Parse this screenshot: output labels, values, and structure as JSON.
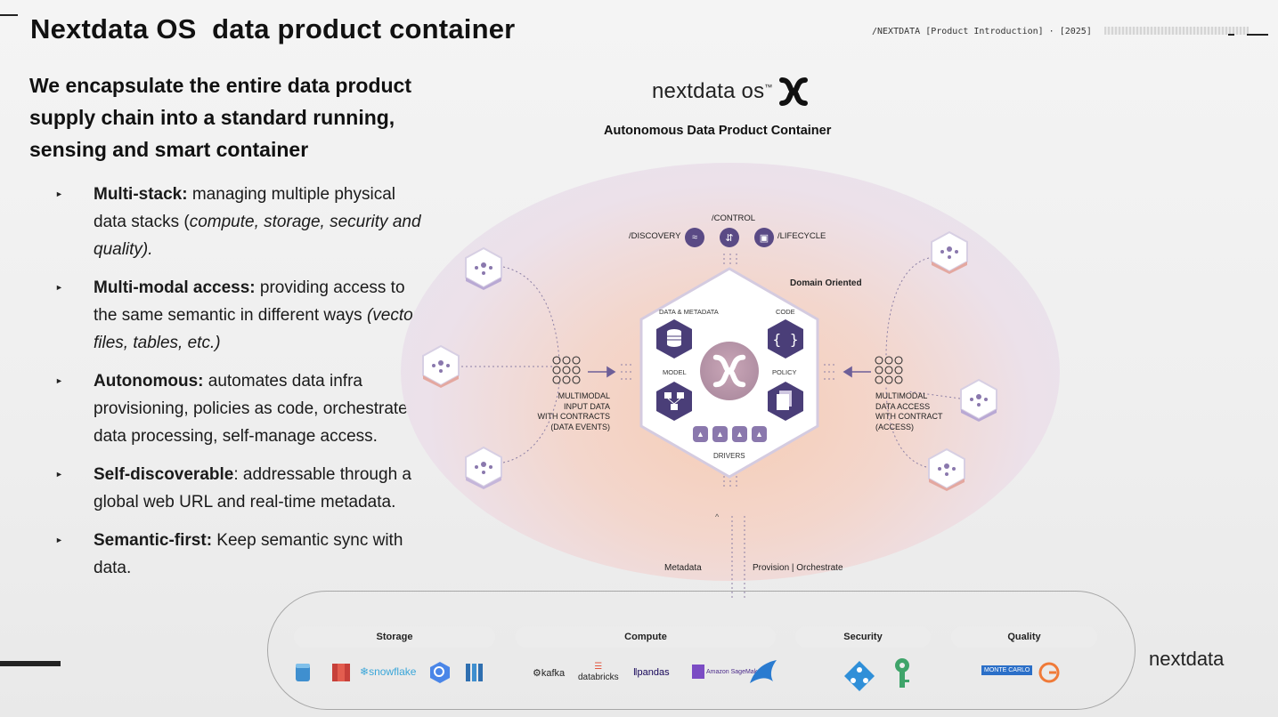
{
  "header": {
    "title": "Nextdata OS  data product container",
    "meta": "/NEXTDATA [Product Introduction] · [2025]"
  },
  "subtitle": "We encapsulate the entire data product supply chain into a standard running, sensing and smart container",
  "bullets": [
    {
      "bold": "Multi-stack:",
      "text": " managing multiple physical data stacks (",
      "italic": "compute, storage, security and quality).",
      "after": ""
    },
    {
      "bold": "Multi-modal access:",
      "text": " providing access to the same semantic in different ways ",
      "italic": "(vector, files, tables, etc.)",
      "after": ""
    },
    {
      "bold": "Autonomous:",
      "text": " automates data infra provisioning, policies as code, orchestrates data processing, self-manage access.",
      "italic": "",
      "after": ""
    },
    {
      "bold": "Self-discoverable",
      "text": ":  addressable through a global web URL and real-time metadata.",
      "italic": "",
      "after": ""
    },
    {
      "bold": "Semantic-first:",
      "text": " Keep semantic sync with data.",
      "italic": "",
      "after": ""
    }
  ],
  "diagram": {
    "logo_text": "nextdata os",
    "logo_tm": "™",
    "caption": "Autonomous Data Product Container",
    "control": "/CONTROL",
    "discovery": "/DISCOVERY",
    "lifecycle": "/LIFECYCLE",
    "domain": "Domain Oriented",
    "data_metadata": "DATA & METADATA",
    "code": "CODE",
    "model": "MODEL",
    "policy": "POLICY",
    "drivers": "DRIVERS",
    "input_label": "MULTIMODAL\nINPUT DATA\nWITH CONTRACTS\n(DATA EVENTS)",
    "output_label": "MULTIMODAL\nDATA ACCESS\nWITH CONTRACT\n(ACCESS)",
    "metadata": "Metadata",
    "provision": "Provision | Orchestrate"
  },
  "stack": {
    "categories": [
      "Storage",
      "Compute",
      "Security",
      "Quality"
    ],
    "tools": {
      "snowflake": "snowflake",
      "kafka": "kafka",
      "databricks": "databricks",
      "pandas": "pandas",
      "sagemaker": "Amazon SageMaker",
      "montecarlo": "MONTE CARLO"
    }
  },
  "brand": "nextdata",
  "colors": {
    "accent": "#5a4a85",
    "hex_badge": "#4a3e78",
    "pill_border": "#a6a6a6"
  }
}
